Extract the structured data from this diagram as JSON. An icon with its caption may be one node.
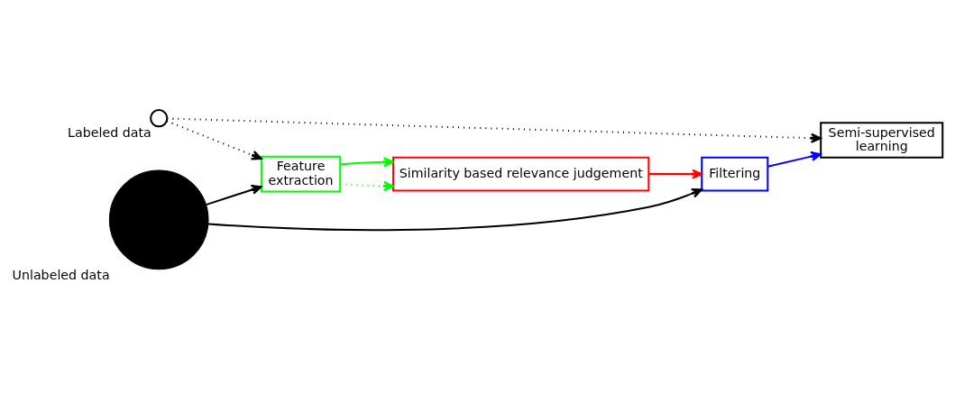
{
  "diagram": {
    "nodes": [
      {
        "text": [
          "Labeled data"
        ]
      },
      {
        "text": [
          "Unlabeled data"
        ]
      },
      {
        "text": [
          "Feature extraction"
        ]
      },
      {
        "text": [
          "Similarity based relevance judgement"
        ]
      },
      {
        "text": [
          "Filtering"
        ]
      },
      {
        "text": [
          "Semi-supervised learning"
        ]
      }
    ],
    "edges": [
      {
        "from": 0,
        "to": 2,
        "arrow": "to",
        "style": "dashed"
      },
      {
        "from": 0,
        "to": 5,
        "arrow": "to",
        "style": "dashed"
      },
      {
        "from": 1,
        "to": 2,
        "arrow": "to"
      },
      {
        "from": 1,
        "to": 4,
        "arrow": "to"
      },
      {
        "from": 2,
        "to": 3,
        "arrow": "to",
        "style": "dashed",
        "color": "#00ff00"
      },
      {
        "from": 2,
        "to": 3,
        "arrow": "to",
        "color": "#00ff00"
      },
      {
        "from": 3,
        "to": 4,
        "arrow": "to",
        "color": "#ff0000"
      },
      {
        "from": 4,
        "to": 5,
        "arrow": "to",
        "color": "#0000ff"
      }
    ]
  }
}
